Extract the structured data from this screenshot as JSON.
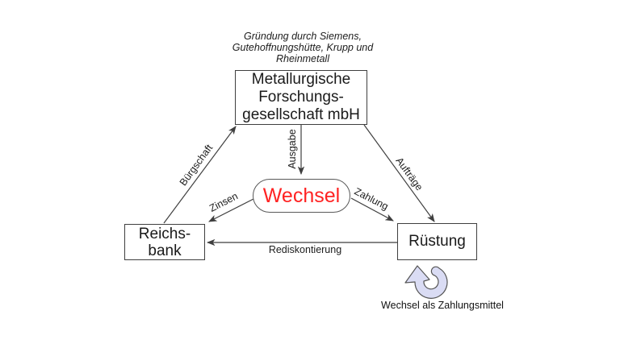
{
  "diagram": {
    "founders_note": {
      "line1": "Gründung durch Siemens,",
      "line2": "Gutehoffnungshütte, Krupp und",
      "line3": "Rheinmetall"
    },
    "nodes": {
      "mefo": {
        "line1": "Metallurgische",
        "line2": "Forschungs-",
        "line3": "gesellschaft mbH"
      },
      "wechsel": {
        "label": "Wechsel",
        "text_color": "#ff2222"
      },
      "reichsbank": {
        "line1": "Reichs-",
        "line2": "bank"
      },
      "ruestung": {
        "label": "Rüstung"
      }
    },
    "edges": {
      "buergschaft": {
        "label": "Bürgschaft",
        "from": "reichsbank",
        "to": "mefo"
      },
      "ausgabe": {
        "label": "Ausgabe",
        "from": "mefo",
        "to": "wechsel"
      },
      "auftraege": {
        "label": "Aufträge",
        "from": "mefo",
        "to": "ruestung"
      },
      "zinsen": {
        "label": "Zinsen",
        "from": "wechsel",
        "to": "reichsbank"
      },
      "zahlung": {
        "label": "Zahlung",
        "from": "wechsel",
        "to": "ruestung"
      },
      "rediskontierung": {
        "label": "Rediskontierung",
        "from": "ruestung",
        "to": "reichsbank"
      }
    },
    "caption": "Wechsel als Zahlungsmittel",
    "colors": {
      "line": "#3f3f3f",
      "wechsel_text": "#ff2222",
      "curved_arrow_fill": "#dadcf4",
      "background": "#ffffff"
    }
  }
}
